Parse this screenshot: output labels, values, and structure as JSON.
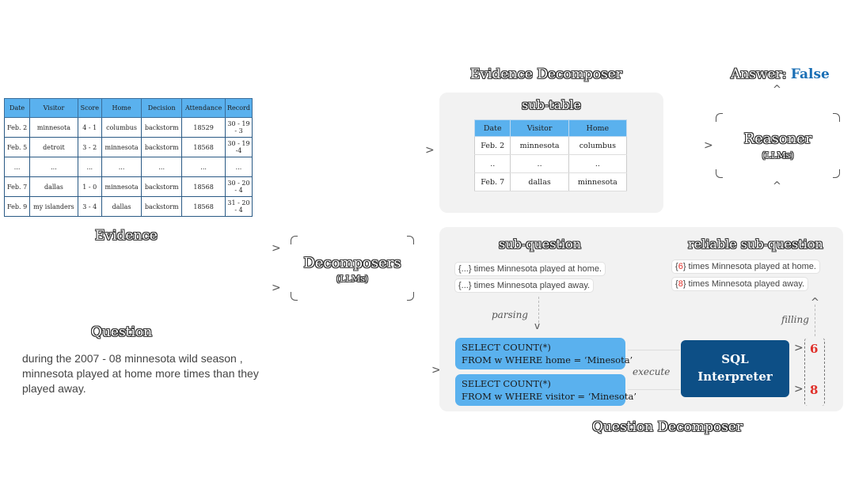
{
  "evidence": {
    "title": "Evidence",
    "columns": [
      "Date",
      "Visitor",
      "Score",
      "Home",
      "Decision",
      "Attendance",
      "Record"
    ],
    "rows": [
      [
        "Feb. 2",
        "minnesota",
        "4 - 1",
        "columbus",
        "backstorm",
        "18529",
        "30 - 19 - 3"
      ],
      [
        "Feb. 5",
        "detroit",
        "3 - 2",
        "minnesota",
        "backstorm",
        "18568",
        "30 - 19 -4"
      ],
      [
        "...",
        "...",
        "...",
        "...",
        "...",
        "...",
        "..."
      ],
      [
        "Feb. 7",
        "dallas",
        "1 - 0",
        "minnesota",
        "backstorm",
        "18568",
        "30 - 20 - 4"
      ],
      [
        "Feb. 9",
        "my islanders",
        "3 - 4",
        "dallas",
        "backstorm",
        "18568",
        "31 - 20 - 4"
      ]
    ]
  },
  "question": {
    "title": "Question",
    "text": "during the 2007 - 08 minnesota wild season , minnesota played at home more times than they played away."
  },
  "decomposers": {
    "title": "Decomposers",
    "subtitle": "(LLMs)"
  },
  "evidence_decomposer": {
    "title": "Evidence Decomposer",
    "subtable_title": "sub-table",
    "columns": [
      "Date",
      "Visitor",
      "Home"
    ],
    "rows": [
      [
        "Feb. 2",
        "minnesota",
        "columbus"
      ],
      [
        "..",
        "..",
        ".."
      ],
      [
        "Feb. 7",
        "dallas",
        "minnesota"
      ]
    ]
  },
  "answer": {
    "label": "Answer:",
    "value": "False",
    "value_color": "#1a6fb5"
  },
  "reasoner": {
    "title": "Reasoner",
    "subtitle": "(LLMs)"
  },
  "question_decomposer": {
    "title": "Question Decomposer",
    "subquestion_title": "sub-question",
    "reliable_title": "reliable sub-question",
    "subquestions": [
      "{...} times Minnesota played at home.",
      "{...} times Minnesota played away."
    ],
    "reliable": [
      {
        "value": "6",
        "text": " times Minnesota played at home."
      },
      {
        "value": "8",
        "text": " times Minnesota played away."
      }
    ],
    "parsing_label": "parsing",
    "execute_label": "execute",
    "filling_label": "filling",
    "sql": [
      [
        "SELECT COUNT(*)",
        "FROM w WHERE home = ‘Minesota’"
      ],
      [
        "SELECT COUNT(*)",
        "FROM w WHERE visitor = ‘Minesota’"
      ]
    ],
    "interpreter": [
      "SQL",
      "Interpreter"
    ],
    "results": [
      "6",
      "8"
    ],
    "result_color": "#e0302a"
  }
}
